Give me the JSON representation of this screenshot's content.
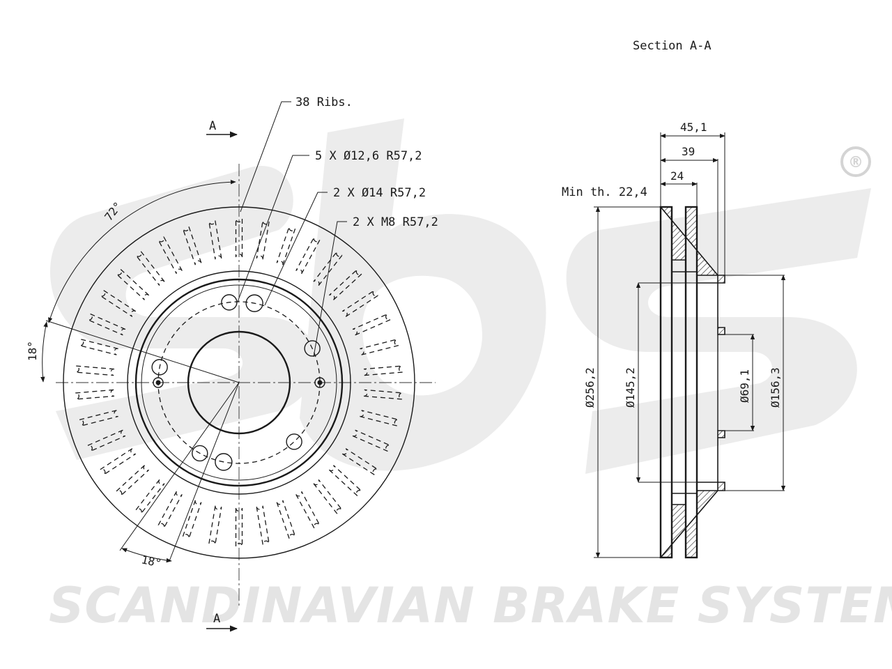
{
  "watermark": {
    "brand_text": "SCANDINAVIAN BRAKE SYSTEMS",
    "registered_mark": "®"
  },
  "front_view": {
    "section_marker_top": "A",
    "section_marker_bottom": "A",
    "callouts": {
      "ribs": "38 Ribs.",
      "bolt_holes": "5 X Ø12,6 R57,2",
      "locating_holes": "2 X Ø14 R57,2",
      "threaded_holes": "2 X M8 R57,2"
    },
    "angles": {
      "arc_top": "72°",
      "arc_left": "18°",
      "arc_bottom": "18°"
    },
    "rib_count": 38
  },
  "section_view": {
    "title": "Section A-A",
    "min_thickness": "Min th. 22,4",
    "dimensions": {
      "overall_height": "45,1",
      "disc_thickness": "39",
      "inner_thickness": "24",
      "outer_diameter": "Ø256,2",
      "hat_diameter": "Ø145,2",
      "center_bore": "Ø69,1",
      "hub_diameter": "Ø156,3"
    }
  }
}
